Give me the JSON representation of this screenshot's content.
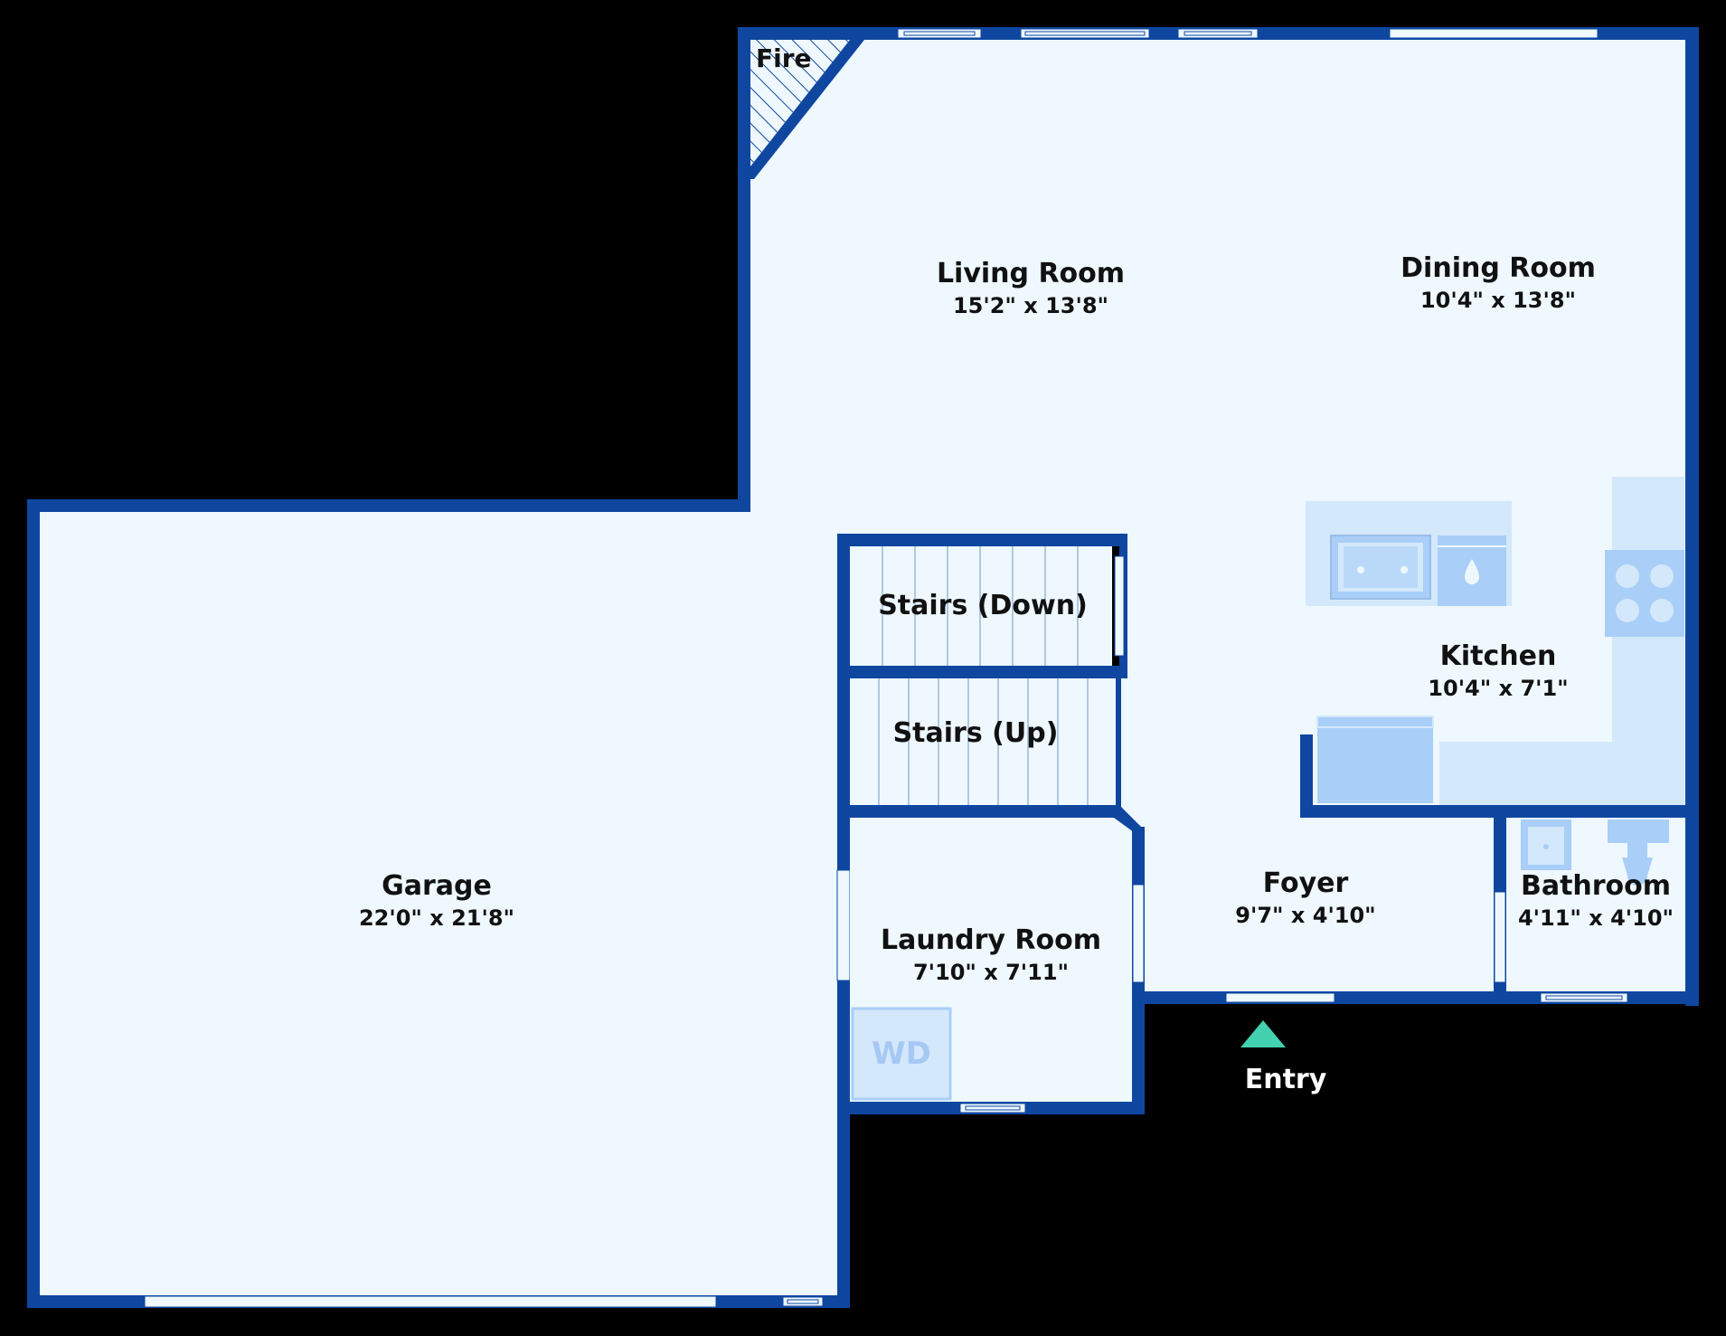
{
  "plan": {
    "colors": {
      "background": "#000000",
      "floor": "#eef8fe",
      "wall": "#0f47a0",
      "fixture": "#a9cef8",
      "fixture_light": "#d4e8fb",
      "entry": "#43d1b0"
    },
    "rooms": [
      {
        "id": "living-room",
        "name": "Living Room",
        "dims": "15'2\" x 13'8\""
      },
      {
        "id": "dining-room",
        "name": "Dining Room",
        "dims": "10'4\" x 13'8\""
      },
      {
        "id": "kitchen",
        "name": "Kitchen",
        "dims": "10'4\" x 7'1\""
      },
      {
        "id": "stairs-down",
        "name": "Stairs (Down)",
        "dims": ""
      },
      {
        "id": "stairs-up",
        "name": "Stairs (Up)",
        "dims": ""
      },
      {
        "id": "garage",
        "name": "Garage",
        "dims": "22'0\" x 21'8\""
      },
      {
        "id": "laundry-room",
        "name": "Laundry Room",
        "dims": "7'10\" x 7'11\""
      },
      {
        "id": "foyer",
        "name": "Foyer",
        "dims": "9'7\" x 4'10\""
      },
      {
        "id": "bathroom",
        "name": "Bathroom",
        "dims": "4'11\" x 4'10\""
      }
    ],
    "fireplace_label": "Fire",
    "washer_dryer_label": "WD",
    "entry_label": "Entry",
    "icons": [
      "fireplace-icon",
      "sink-icon",
      "dishwasher-icon",
      "cooktop-icon",
      "washer-dryer-icon",
      "toilet-icon",
      "entry-arrow-icon"
    ]
  }
}
